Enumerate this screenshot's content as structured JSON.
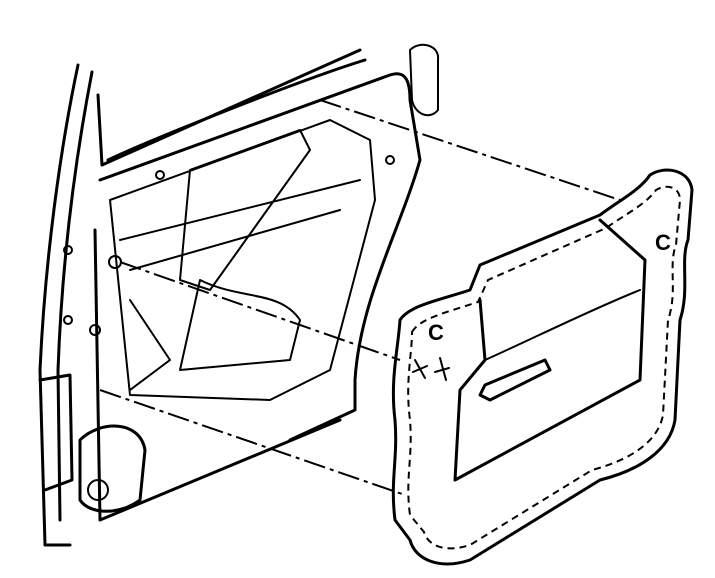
{
  "diagram": {
    "colors": {
      "line": "#000000",
      "background": "#ffffff"
    },
    "parts": [
      "door-frame",
      "inner-door-structure",
      "trim-panel",
      "alignment-guide-lines"
    ]
  }
}
